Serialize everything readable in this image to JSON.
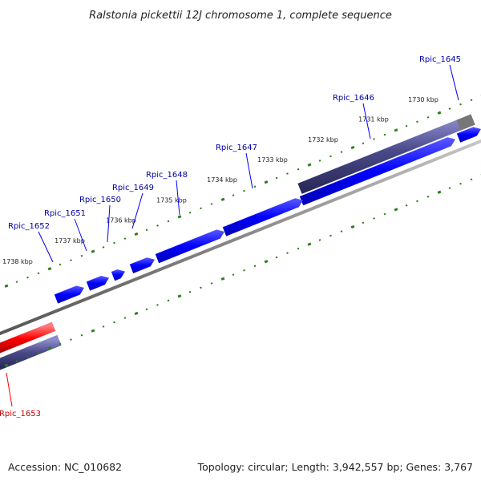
{
  "title": "Ralstonia pickettii 12J chromosome 1, complete sequence",
  "footer": {
    "accession": "Accession: NC_010682",
    "summary": "Topology: circular; Length: 3,942,557 bp; Genes: 3,767"
  },
  "colors": {
    "forward_gene": "#0000ff",
    "reverse_gene": "#ff0000",
    "forward_label": "#0000aa",
    "reverse_label": "#cc0000",
    "track_bar": "#4a4a8a",
    "backbone": "#888888",
    "tick": "#2e7d1f",
    "highlight": "#ff0000"
  },
  "ticks": [
    {
      "label": "1730 kbp",
      "major": true
    },
    {
      "label": "1731 kbp",
      "major": true
    },
    {
      "label": "1732 kbp",
      "major": true
    },
    {
      "label": "1733 kbp",
      "major": true
    },
    {
      "label": "1734 kbp",
      "major": true
    },
    {
      "label": "1735 kbp",
      "major": true
    },
    {
      "label": "1736 kbp",
      "major": true
    },
    {
      "label": "1737 kbp",
      "major": true
    },
    {
      "label": "1738 kbp",
      "major": true
    }
  ],
  "genes": [
    {
      "name": "Rpic_1645",
      "strand": "forward"
    },
    {
      "name": "Rpic_1646",
      "strand": "forward"
    },
    {
      "name": "Rpic_1647",
      "strand": "forward"
    },
    {
      "name": "Rpic_1648",
      "strand": "forward"
    },
    {
      "name": "Rpic_1649",
      "strand": "forward"
    },
    {
      "name": "Rpic_1650",
      "strand": "forward"
    },
    {
      "name": "Rpic_1651",
      "strand": "forward"
    },
    {
      "name": "Rpic_1652",
      "strand": "forward"
    },
    {
      "name": "Rpic_1653",
      "strand": "reverse"
    }
  ]
}
